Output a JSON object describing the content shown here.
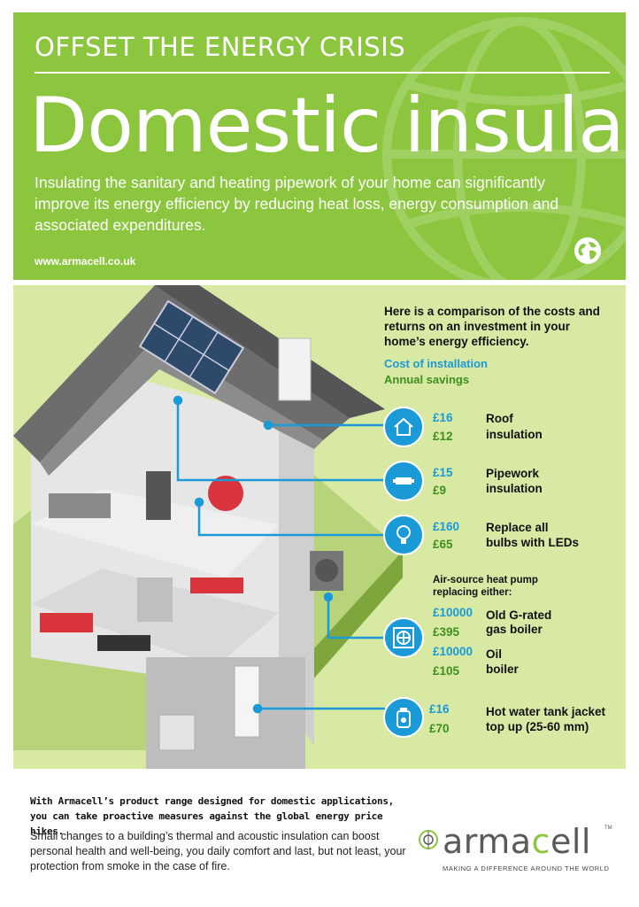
{
  "header": {
    "kicker": "OFFSET THE ENERGY CRISIS",
    "title": "Domestic insulation",
    "intro": "Insulating the sanitary and heating pipework of your home can significantly improve its energy efficiency by reducing heat loss, energy consumption and associated expenditures.",
    "url": "www.armacell.co.uk",
    "icon": "globe-icon"
  },
  "comparison": {
    "intro": "Here is a comparison of the costs and returns on an investment in your home’s energy efficiency.",
    "legend_cost": "Cost of installation",
    "legend_savings": "Annual savings",
    "items": [
      {
        "icon": "house-icon",
        "cost": "£16",
        "savings": "£12",
        "label_line1": "Roof",
        "label_line2": "insulation"
      },
      {
        "icon": "pipe-icon",
        "cost": "£15",
        "savings": "£9",
        "label_line1": "Pipework",
        "label_line2": "insulation"
      },
      {
        "icon": "bulb-icon",
        "cost": "£160",
        "savings": "£65",
        "label_line1": "Replace all",
        "label_line2": "bulbs with LEDs"
      },
      {
        "icon": "fan-icon",
        "cost": "£10000",
        "savings": "£395",
        "label_line1": "Old G-rated",
        "label_line2": "gas boiler"
      },
      {
        "icon": "",
        "cost": "£10000",
        "savings": "£105",
        "label_line1": "Oil",
        "label_line2": "boiler"
      },
      {
        "icon": "tank-icon",
        "cost": "£16",
        "savings": "£70",
        "label_line1": "Hot water tank jacket",
        "label_line2": "top up (25-60 mm)"
      }
    ],
    "heatpump_line1": "Air-source heat pump",
    "heatpump_line2": "replacing either:"
  },
  "footer": {
    "bold_line1": "With Armacell’s product range designed for domestic applications,",
    "bold_line2": "you can take proactive measures against the global energy price hikes.",
    "text": "Small changes to a building’s thermal and acoustic insulation can boost personal health and well-being, you daily comfort and last, but not least, your protection from smoke in the case of fire."
  },
  "logo": {
    "word_pre": "arma",
    "word_hl": "c",
    "word_post": "ell",
    "tm": "TM",
    "tagline": "MAKING A DIFFERENCE AROUND THE WORLD"
  },
  "colors": {
    "brand_green": "#8cc63f",
    "panel_green": "#d8e9a4",
    "accent_blue": "#1a9ad7",
    "savings_green": "#3e8f1c"
  }
}
